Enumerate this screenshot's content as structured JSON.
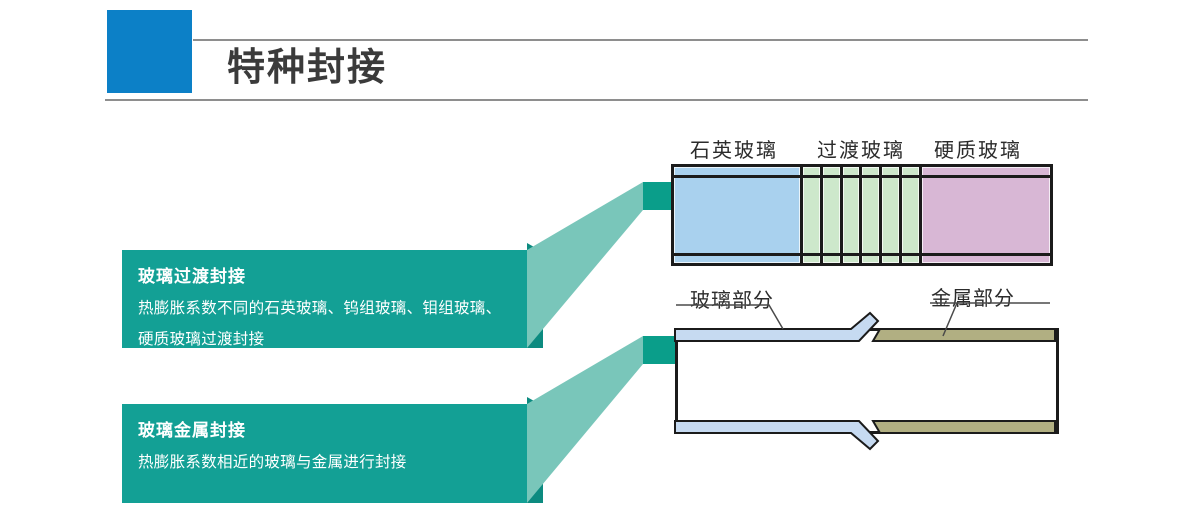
{
  "header": {
    "title": "特种封接",
    "accent_color": "#0c80c7",
    "rule_color": "#8e8e8e"
  },
  "callouts": [
    {
      "title": "玻璃过渡封接",
      "lines": [
        "热膨胀系数不同的石英玻璃、钨组玻璃、钼组玻璃、",
        "硬质玻璃过渡封接"
      ]
    },
    {
      "title": "玻璃金属封接",
      "lines": [
        "热膨胀系数相近的玻璃与金属进行封接"
      ]
    }
  ],
  "glass_bar_diagram": {
    "labels": [
      "石英玻璃",
      "过渡玻璃",
      "硬质玻璃"
    ],
    "transition_segment_count": 6,
    "colors": {
      "quartz_glass": "#a9d1ee",
      "transition_glass": "#cde8cb",
      "hard_glass": "#d8b7d5",
      "outline": "#1b1b1b"
    }
  },
  "tube_diagram": {
    "glass_label": "玻璃部分",
    "metal_label": "金属部分",
    "colors": {
      "glass_band": "#c6daf1",
      "metal_band": "#b1af82",
      "outline": "#1b1b1b"
    }
  },
  "theme": {
    "callout_teal": "#13a095",
    "callout_bevel_teal": "#0c8b80",
    "funnel_teal": "#79c6ba",
    "tab_teal": "#0a9e8a"
  }
}
